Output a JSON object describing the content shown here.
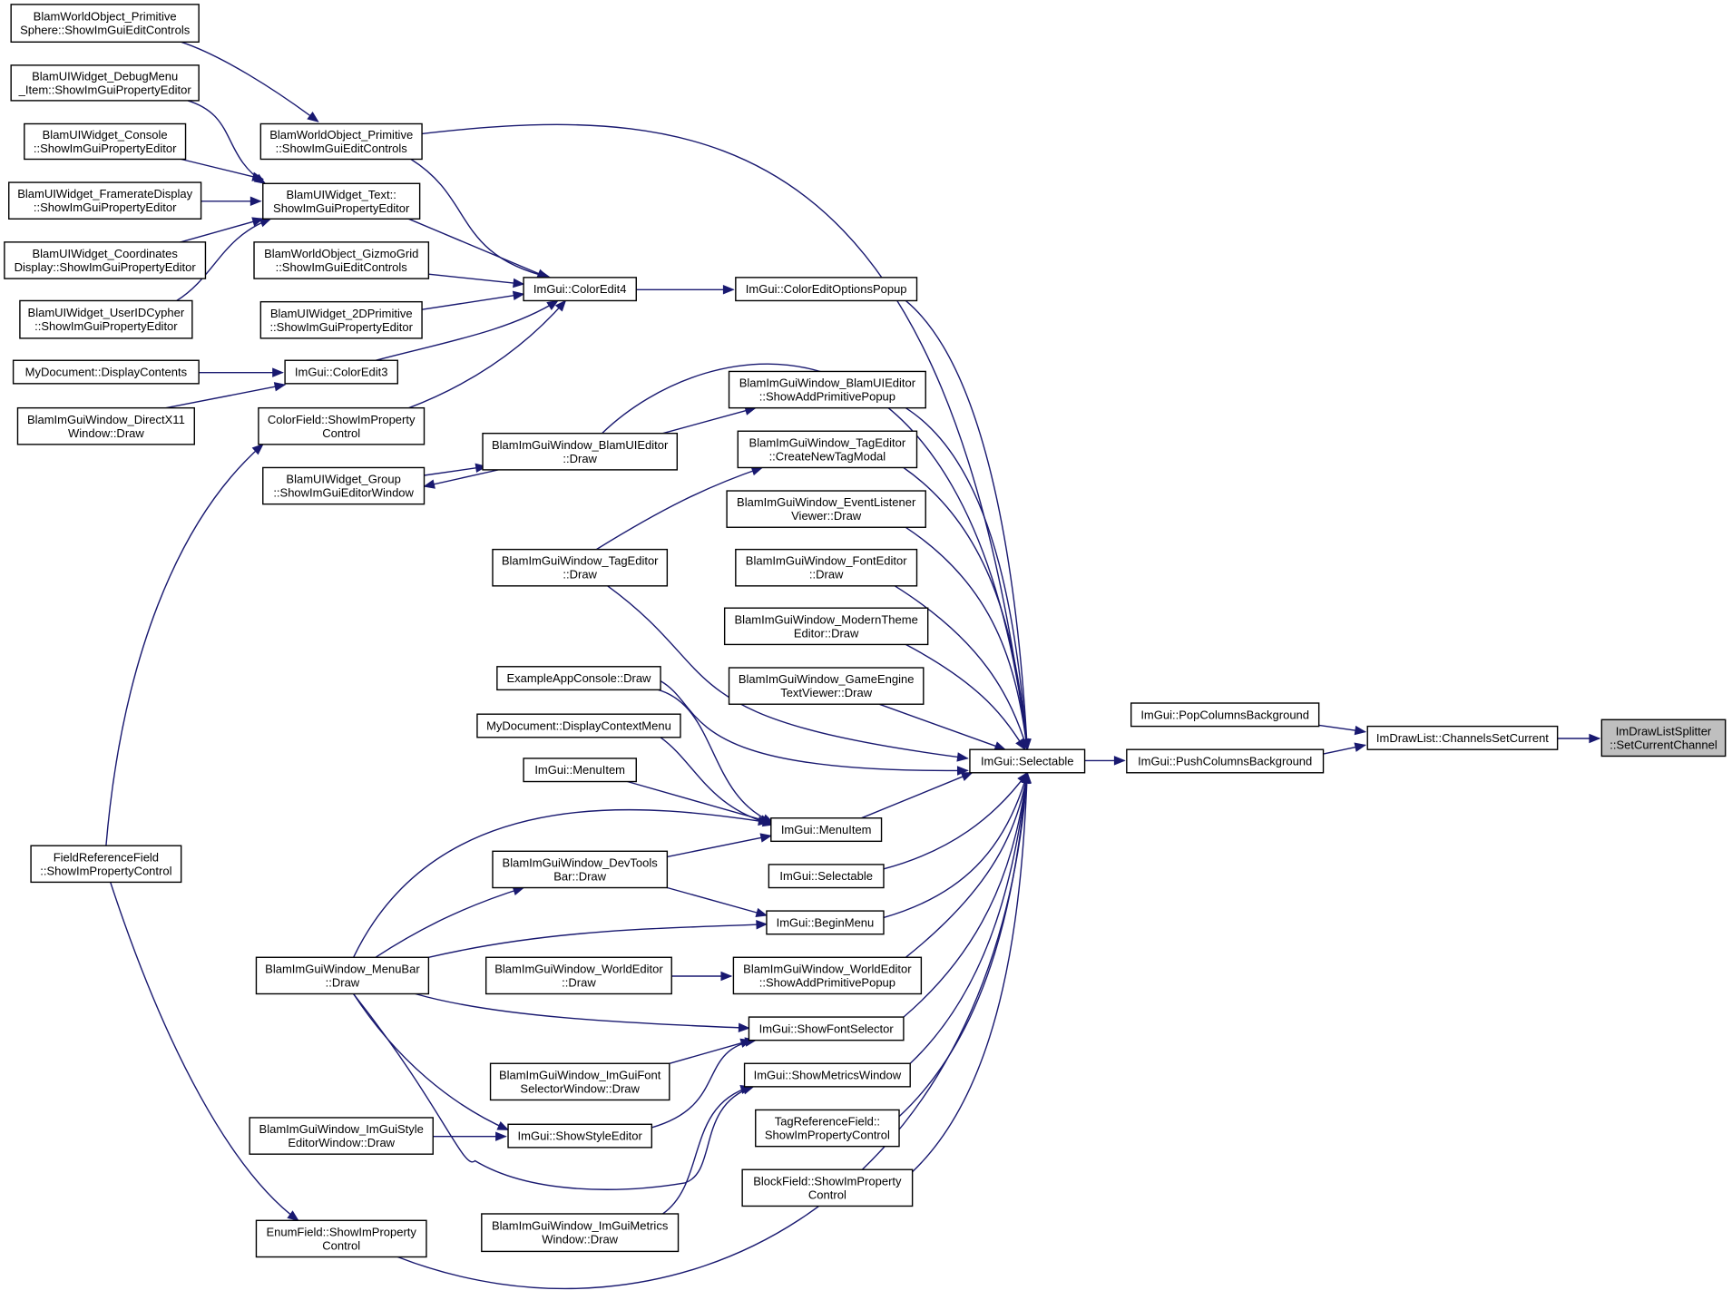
{
  "diagram": {
    "nodes": [
      {
        "id": "n_sphere",
        "lines": [
          "BlamWorldObject_Primitive",
          "Sphere::ShowImGuiEditControls"
        ]
      },
      {
        "id": "n_debugmenu",
        "lines": [
          "BlamUIWidget_DebugMenu",
          "_Item::ShowImGuiPropertyEditor"
        ]
      },
      {
        "id": "n_console",
        "lines": [
          "BlamUIWidget_Console",
          "::ShowImGuiPropertyEditor"
        ]
      },
      {
        "id": "n_framerate",
        "lines": [
          "BlamUIWidget_FramerateDisplay",
          "::ShowImGuiPropertyEditor"
        ]
      },
      {
        "id": "n_coords",
        "lines": [
          "BlamUIWidget_Coordinates",
          "Display::ShowImGuiPropertyEditor"
        ]
      },
      {
        "id": "n_userid",
        "lines": [
          "BlamUIWidget_UserIDCypher",
          "::ShowImGuiPropertyEditor"
        ]
      },
      {
        "id": "n_mydoc",
        "lines": [
          "MyDocument::DisplayContents"
        ]
      },
      {
        "id": "n_dx11",
        "lines": [
          "BlamImGuiWindow_DirectX11",
          "Window::Draw"
        ]
      },
      {
        "id": "n_fieldref",
        "lines": [
          "FieldReferenceField",
          "::ShowImPropertyControl"
        ]
      },
      {
        "id": "n_wo_prim",
        "lines": [
          "BlamWorldObject_Primitive",
          "::ShowImGuiEditControls"
        ]
      },
      {
        "id": "n_text",
        "lines": [
          "BlamUIWidget_Text::",
          "ShowImGuiPropertyEditor"
        ]
      },
      {
        "id": "n_gizmo",
        "lines": [
          "BlamWorldObject_GizmoGrid",
          "::ShowImGuiEditControls"
        ]
      },
      {
        "id": "n_2dprim",
        "lines": [
          "BlamUIWidget_2DPrimitive",
          "::ShowImGuiPropertyEditor"
        ]
      },
      {
        "id": "n_coloredit3",
        "lines": [
          "ImGui::ColorEdit3"
        ]
      },
      {
        "id": "n_colorfield",
        "lines": [
          "ColorField::ShowImProperty",
          "Control"
        ]
      },
      {
        "id": "n_group",
        "lines": [
          "BlamUIWidget_Group",
          "::ShowImGuiEditorWindow"
        ]
      },
      {
        "id": "n_menubar",
        "lines": [
          "BlamImGuiWindow_MenuBar",
          "::Draw"
        ]
      },
      {
        "id": "n_stylewin",
        "lines": [
          "BlamImGuiWindow_ImGuiStyle",
          "EditorWindow::Draw"
        ]
      },
      {
        "id": "n_enumfield",
        "lines": [
          "EnumField::ShowImProperty",
          "Control"
        ]
      },
      {
        "id": "n_coloredit4",
        "lines": [
          "ImGui::ColorEdit4"
        ]
      },
      {
        "id": "n_uied_draw",
        "lines": [
          "BlamImGuiWindow_BlamUIEditor",
          "::Draw"
        ]
      },
      {
        "id": "n_tag_draw",
        "lines": [
          "BlamImGuiWindow_TagEditor",
          "::Draw"
        ]
      },
      {
        "id": "n_appconsole",
        "lines": [
          "ExampleAppConsole::Draw"
        ]
      },
      {
        "id": "n_ctxmenu",
        "lines": [
          "MyDocument::DisplayContextMenu"
        ]
      },
      {
        "id": "n_menuitem1",
        "lines": [
          "ImGui::MenuItem"
        ]
      },
      {
        "id": "n_devtools",
        "lines": [
          "BlamImGuiWindow_DevTools",
          "Bar::Draw"
        ]
      },
      {
        "id": "n_we_draw",
        "lines": [
          "BlamImGuiWindow_WorldEditor",
          "::Draw"
        ]
      },
      {
        "id": "n_fontselwin",
        "lines": [
          "BlamImGuiWindow_ImGuiFont",
          "SelectorWindow::Draw"
        ]
      },
      {
        "id": "n_styleeditor",
        "lines": [
          "ImGui::ShowStyleEditor"
        ]
      },
      {
        "id": "n_metricswin",
        "lines": [
          "BlamImGuiWindow_ImGuiMetrics",
          "Window::Draw"
        ]
      },
      {
        "id": "n_coloropts",
        "lines": [
          "ImGui::ColorEditOptionsPopup"
        ]
      },
      {
        "id": "n_uied_popup",
        "lines": [
          "BlamImGuiWindow_BlamUIEditor",
          "::ShowAddPrimitivePopup"
        ]
      },
      {
        "id": "n_newtag",
        "lines": [
          "BlamImGuiWindow_TagEditor",
          "::CreateNewTagModal"
        ]
      },
      {
        "id": "n_evlistener",
        "lines": [
          "BlamImGuiWindow_EventListener",
          "Viewer::Draw"
        ]
      },
      {
        "id": "n_fonteditor",
        "lines": [
          "BlamImGuiWindow_FontEditor",
          "::Draw"
        ]
      },
      {
        "id": "n_theme",
        "lines": [
          "BlamImGuiWindow_ModernTheme",
          "Editor::Draw"
        ]
      },
      {
        "id": "n_textviewer",
        "lines": [
          "BlamImGuiWindow_GameEngine",
          "TextViewer::Draw"
        ]
      },
      {
        "id": "n_menuitem2",
        "lines": [
          "ImGui::MenuItem"
        ]
      },
      {
        "id": "n_selectable2",
        "lines": [
          "ImGui::Selectable"
        ]
      },
      {
        "id": "n_beginmenu",
        "lines": [
          "ImGui::BeginMenu"
        ]
      },
      {
        "id": "n_we_popup",
        "lines": [
          "BlamImGuiWindow_WorldEditor",
          "::ShowAddPrimitivePopup"
        ]
      },
      {
        "id": "n_fontselector",
        "lines": [
          "ImGui::ShowFontSelector"
        ]
      },
      {
        "id": "n_metrics",
        "lines": [
          "ImGui::ShowMetricsWindow"
        ]
      },
      {
        "id": "n_tagref",
        "lines": [
          "TagReferenceField::",
          "ShowImPropertyControl"
        ]
      },
      {
        "id": "n_blockfield",
        "lines": [
          "BlockField::ShowImProperty",
          "Control"
        ]
      },
      {
        "id": "n_selectable",
        "lines": [
          "ImGui::Selectable"
        ]
      },
      {
        "id": "n_popcols",
        "lines": [
          "ImGui::PopColumnsBackground"
        ]
      },
      {
        "id": "n_pushcols",
        "lines": [
          "ImGui::PushColumnsBackground"
        ]
      },
      {
        "id": "n_channels",
        "lines": [
          "ImDrawList::ChannelsSetCurrent"
        ]
      },
      {
        "id": "n_root",
        "lines": [
          "ImDrawListSplitter",
          "::SetCurrentChannel"
        ],
        "root": true
      }
    ]
  }
}
